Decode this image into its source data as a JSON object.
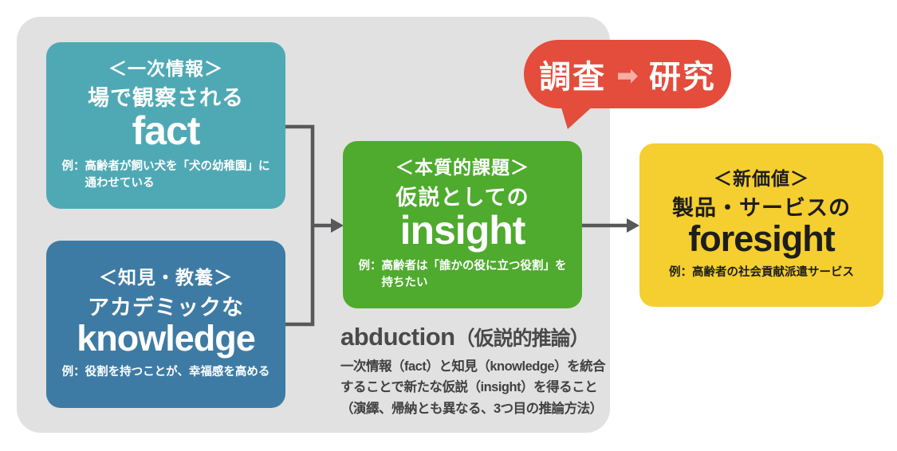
{
  "diagram": {
    "bubble": {
      "left": "調査",
      "arrow": "➡",
      "right": "研究"
    },
    "boxes": {
      "fact": {
        "category": "＜一次情報＞",
        "subtitle": "場で観察される",
        "keyword": "fact",
        "example_line1": "例：高齢者が飼い犬を「犬の幼稚園」に",
        "example_line2": "通わせている"
      },
      "knowledge": {
        "category": "＜知見・教養＞",
        "subtitle": "アカデミックな",
        "keyword": "knowledge",
        "example_line1": "例：役割を持つことが、幸福感を高める"
      },
      "insight": {
        "category": "＜本質的課題＞",
        "subtitle": "仮説としての",
        "keyword": "insight",
        "example_line1": "例：高齢者は「誰かの役に立つ役割」を",
        "example_line2": "持ちたい"
      },
      "foresight": {
        "category": "＜新価値＞",
        "subtitle": "製品・サービスの",
        "keyword": "foresight",
        "example_line1": "例：高齢者の社会貢献派遣サービス"
      }
    },
    "abduction": {
      "heading_en": "abduction",
      "heading_jp": "（仮説的推論）",
      "lines": [
        "一次情報（fact）と知見（knowledge）を統合",
        "することで新たな仮説（insight）を得ること",
        "（演繹、帰納とも異なる、3つ目の推論方法）"
      ]
    },
    "colors": {
      "panel": "#E1E1E1",
      "fact_box": "#4FA9B5",
      "knowledge_box": "#3E7BA4",
      "insight_box": "#4EAB2D",
      "foresight_box": "#F5CE2F",
      "bubble": "#E44C3B",
      "bubble_arrow": "#F5AFA3",
      "connector": "#58585A",
      "dark_text": "#414141"
    }
  }
}
